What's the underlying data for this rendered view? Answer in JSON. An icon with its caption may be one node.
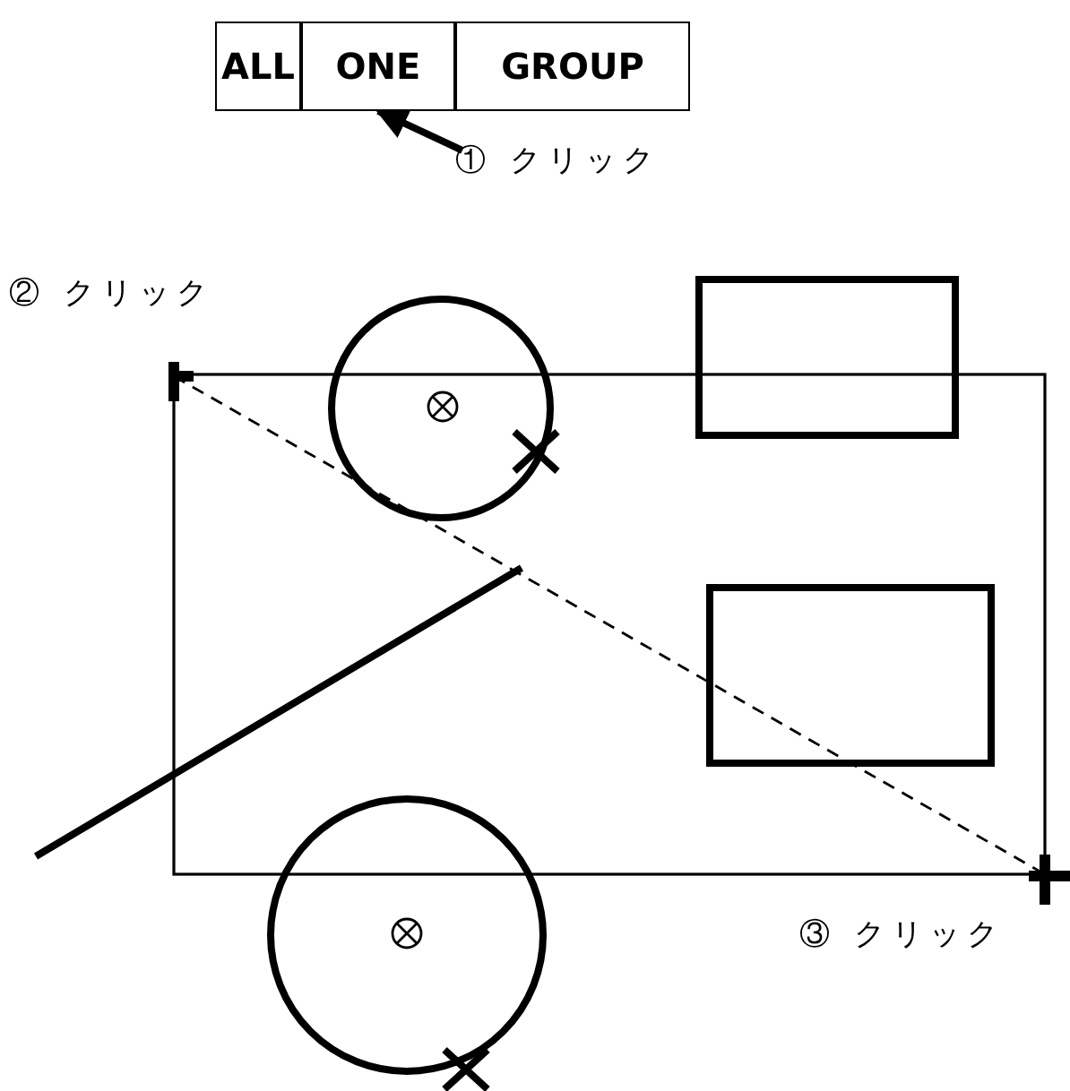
{
  "diagram": {
    "nodes": [
      {
        "text": [
          "ALL"
        ]
      },
      {
        "text": [
          "ONE"
        ]
      },
      {
        "text": [
          "GROUP"
        ]
      },
      {
        "text": [
          "① クリック"
        ]
      }
    ],
    "edges": [
      {
        "from": 3,
        "to": 1,
        "arrow": "to"
      }
    ],
    "labels": [
      "② クリック",
      "③ クリック"
    ]
  }
}
